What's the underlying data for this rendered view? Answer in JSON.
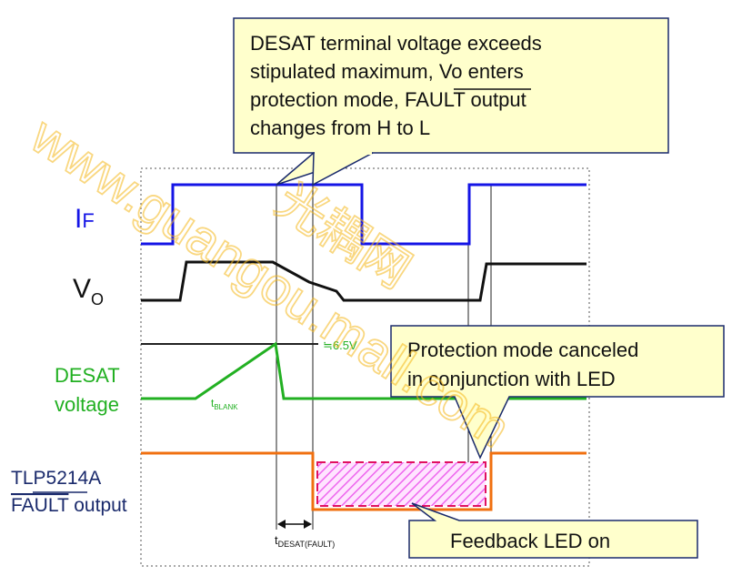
{
  "callouts": {
    "top": {
      "lines": [
        "DESAT terminal voltage exceeds",
        "stipulated maximum, Vo enters",
        "protection mode, ",
        "changes from H to L"
      ],
      "fault_word": "FAULT",
      "fault_suffix": " output"
    },
    "middle": {
      "lines": [
        "Protection mode canceled",
        "in conjunction with LED"
      ]
    },
    "bottom": {
      "text": "Feedback LED on"
    }
  },
  "signals": {
    "if_label": {
      "main": "I",
      "sub": "F"
    },
    "vo_label": {
      "main": "V",
      "sub": "O"
    },
    "desat_label": [
      "DESAT",
      "voltage"
    ],
    "fault_label": {
      "line1": "TLP5214A",
      "fault_word": "FAULT",
      "suffix": " output"
    }
  },
  "annotations": {
    "desat_threshold": "≒6.5V",
    "t_blank": {
      "main": "t",
      "sub": "BLANK"
    },
    "t_desat_fault": {
      "main": "t",
      "sub": "DESAT(FAULT)"
    }
  },
  "watermark": {
    "text": "www.guangou.mall.com",
    "cjk_text": "光耦网"
  },
  "colors": {
    "if_signal": "#1515e6",
    "vo_signal": "#111111",
    "desat_signal": "#22b022",
    "fault_signal": "#f07010",
    "callout_fill": "#ffffcc",
    "callout_border": "#1a2a6c",
    "hatch": "#ee66ee",
    "label_navy": "#1a2a6c",
    "watermark": "#f5b81a"
  }
}
